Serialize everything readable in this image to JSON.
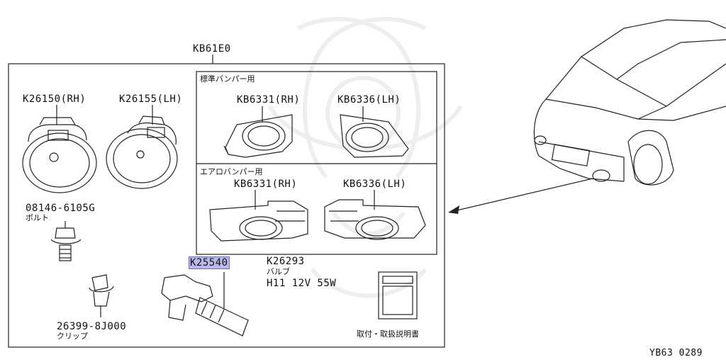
{
  "colors": {
    "line": "#222222",
    "highlight": "#b9b8ea",
    "watermark": "#eeeeee"
  },
  "assembly": {
    "code": "KB61E0"
  },
  "variants": {
    "standard": {
      "label": "標準バンパー用",
      "rh": "KB6331(RH)",
      "lh": "KB6336(LH)"
    },
    "aero": {
      "label": "エアロバンパー用",
      "rh": "KB6331(RH)",
      "lh": "KB6336(LH)"
    }
  },
  "lamps": {
    "rh": "K26150(RH)",
    "lh": "K26155(LH)"
  },
  "bolt": {
    "code": "08146-6105G",
    "name": "ボルト"
  },
  "clip": {
    "code": "26399-8J000",
    "name": "クリップ"
  },
  "socket": {
    "code": "K25540"
  },
  "bulb": {
    "code": "K26293",
    "name": "バルブ",
    "spec": "H11 12V 55W"
  },
  "manual": {
    "label": "取付・取扱説明書"
  },
  "diagram_id": "YB63 0289"
}
